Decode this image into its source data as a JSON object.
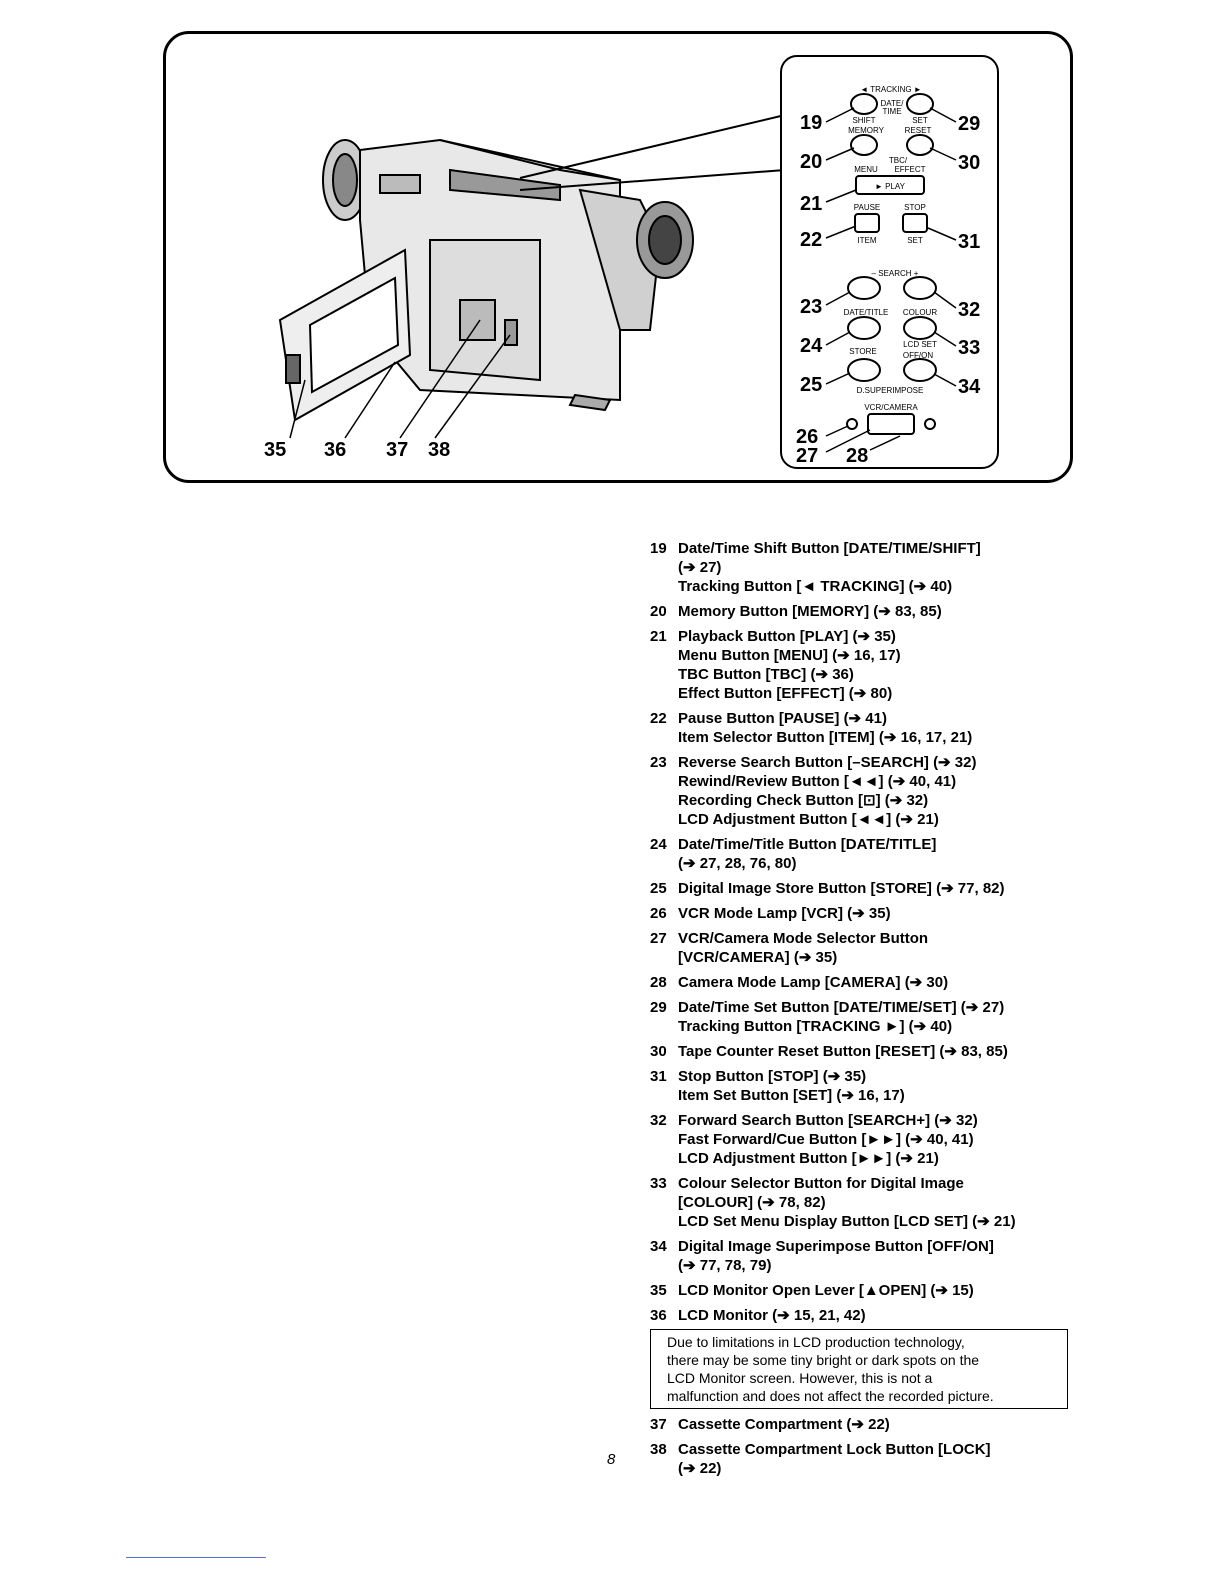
{
  "figure": {
    "panel": {
      "tracking": "◄ TRACKING ►",
      "date_time": "DATE/\nTIME",
      "shift": "SHIFT",
      "set": "SET",
      "memory": "MEMORY",
      "reset": "RESET",
      "tbc": "TBC/",
      "menu": "MENU",
      "effect": "EFFECT",
      "play": "► PLAY",
      "pause": "PAUSE",
      "stop": "STOP",
      "item": "ITEM",
      "set2": "SET",
      "search": "– SEARCH +",
      "date_title": "DATE/TITLE",
      "colour": "COLOUR",
      "lcd_set": "LCD SET",
      "store": "STORE",
      "off_on": "OFF/ON",
      "d_superimpose": "D.SUPERIMPOSE",
      "vcr_camera": "VCR/CAMERA"
    },
    "callouts": [
      "19",
      "20",
      "21",
      "22",
      "23",
      "24",
      "25",
      "26",
      "27",
      "28",
      "29",
      "30",
      "31",
      "32",
      "33",
      "34",
      "35",
      "36",
      "37",
      "38"
    ]
  },
  "legend": [
    {
      "num": "19",
      "lines": [
        "Date/Time Shift Button [DATE/TIME/SHIFT]",
        "(➔ 27)",
        "Tracking Button [◄ TRACKING] (➔ 40)"
      ]
    },
    {
      "num": "20",
      "lines": [
        "Memory Button [MEMORY] (➔ 83, 85)"
      ]
    },
    {
      "num": "21",
      "lines": [
        "Playback Button [PLAY] (➔ 35)",
        "Menu Button [MENU] (➔ 16, 17)",
        "TBC Button [TBC] (➔ 36)",
        "Effect Button [EFFECT] (➔ 80)"
      ]
    },
    {
      "num": "22",
      "lines": [
        "Pause Button [PAUSE] (➔ 41)",
        "Item Selector Button [ITEM] (➔ 16, 17, 21)"
      ]
    },
    {
      "num": "23",
      "lines": [
        "Reverse Search Button [–SEARCH] (➔ 32)",
        "Rewind/Review Button [◄◄] (➔ 40, 41)",
        "Recording Check Button [⊡] (➔ 32)",
        "LCD Adjustment Button [◄◄] (➔ 21)"
      ]
    },
    {
      "num": "24",
      "lines": [
        "Date/Time/Title Button [DATE/TITLE]",
        "(➔ 27, 28, 76, 80)"
      ]
    },
    {
      "num": "25",
      "lines": [
        "Digital Image Store Button [STORE] (➔ 77, 82)"
      ]
    },
    {
      "num": "26",
      "lines": [
        "VCR Mode Lamp [VCR] (➔ 35)"
      ]
    },
    {
      "num": "27",
      "lines": [
        "VCR/Camera Mode Selector Button",
        "[VCR/CAMERA] (➔ 35)"
      ]
    },
    {
      "num": "28",
      "lines": [
        "Camera Mode Lamp [CAMERA] (➔ 30)"
      ]
    },
    {
      "num": "29",
      "lines": [
        "Date/Time Set Button [DATE/TIME/SET] (➔ 27)",
        "Tracking Button [TRACKING ►] (➔ 40)"
      ]
    },
    {
      "num": "30",
      "lines": [
        "Tape Counter Reset Button [RESET] (➔ 83, 85)"
      ]
    },
    {
      "num": "31",
      "lines": [
        "Stop Button [STOP] (➔ 35)",
        "Item Set Button [SET] (➔ 16, 17)"
      ]
    },
    {
      "num": "32",
      "lines": [
        "Forward Search Button [SEARCH+] (➔ 32)",
        "Fast Forward/Cue Button [►►] (➔ 40, 41)",
        "LCD Adjustment Button [►►] (➔ 21)"
      ]
    },
    {
      "num": "33",
      "lines": [
        "Colour Selector Button for Digital Image",
        "[COLOUR] (➔ 78, 82)",
        "LCD Set Menu Display Button [LCD SET] (➔ 21)"
      ]
    },
    {
      "num": "34",
      "lines": [
        "Digital Image Superimpose Button [OFF/ON]",
        "(➔ 77, 78, 79)"
      ]
    },
    {
      "num": "35",
      "lines": [
        "LCD Monitor Open Lever [▲OPEN] (➔ 15)"
      ]
    },
    {
      "num": "36",
      "lines": [
        "LCD Monitor (➔ 15, 21, 42)"
      ]
    },
    {
      "num": "37",
      "lines": [
        "Cassette Compartment (➔ 22)"
      ]
    },
    {
      "num": "38",
      "lines": [
        "Cassette Compartment Lock Button [LOCK]",
        "(➔ 22)"
      ]
    }
  ],
  "note": {
    "lines": [
      "Due to limitations in LCD production technology,",
      "there may be some tiny bright or dark spots on the",
      "LCD Monitor screen. However, this is not a",
      "malfunction and does not affect the recorded picture."
    ]
  },
  "page_number": "8"
}
